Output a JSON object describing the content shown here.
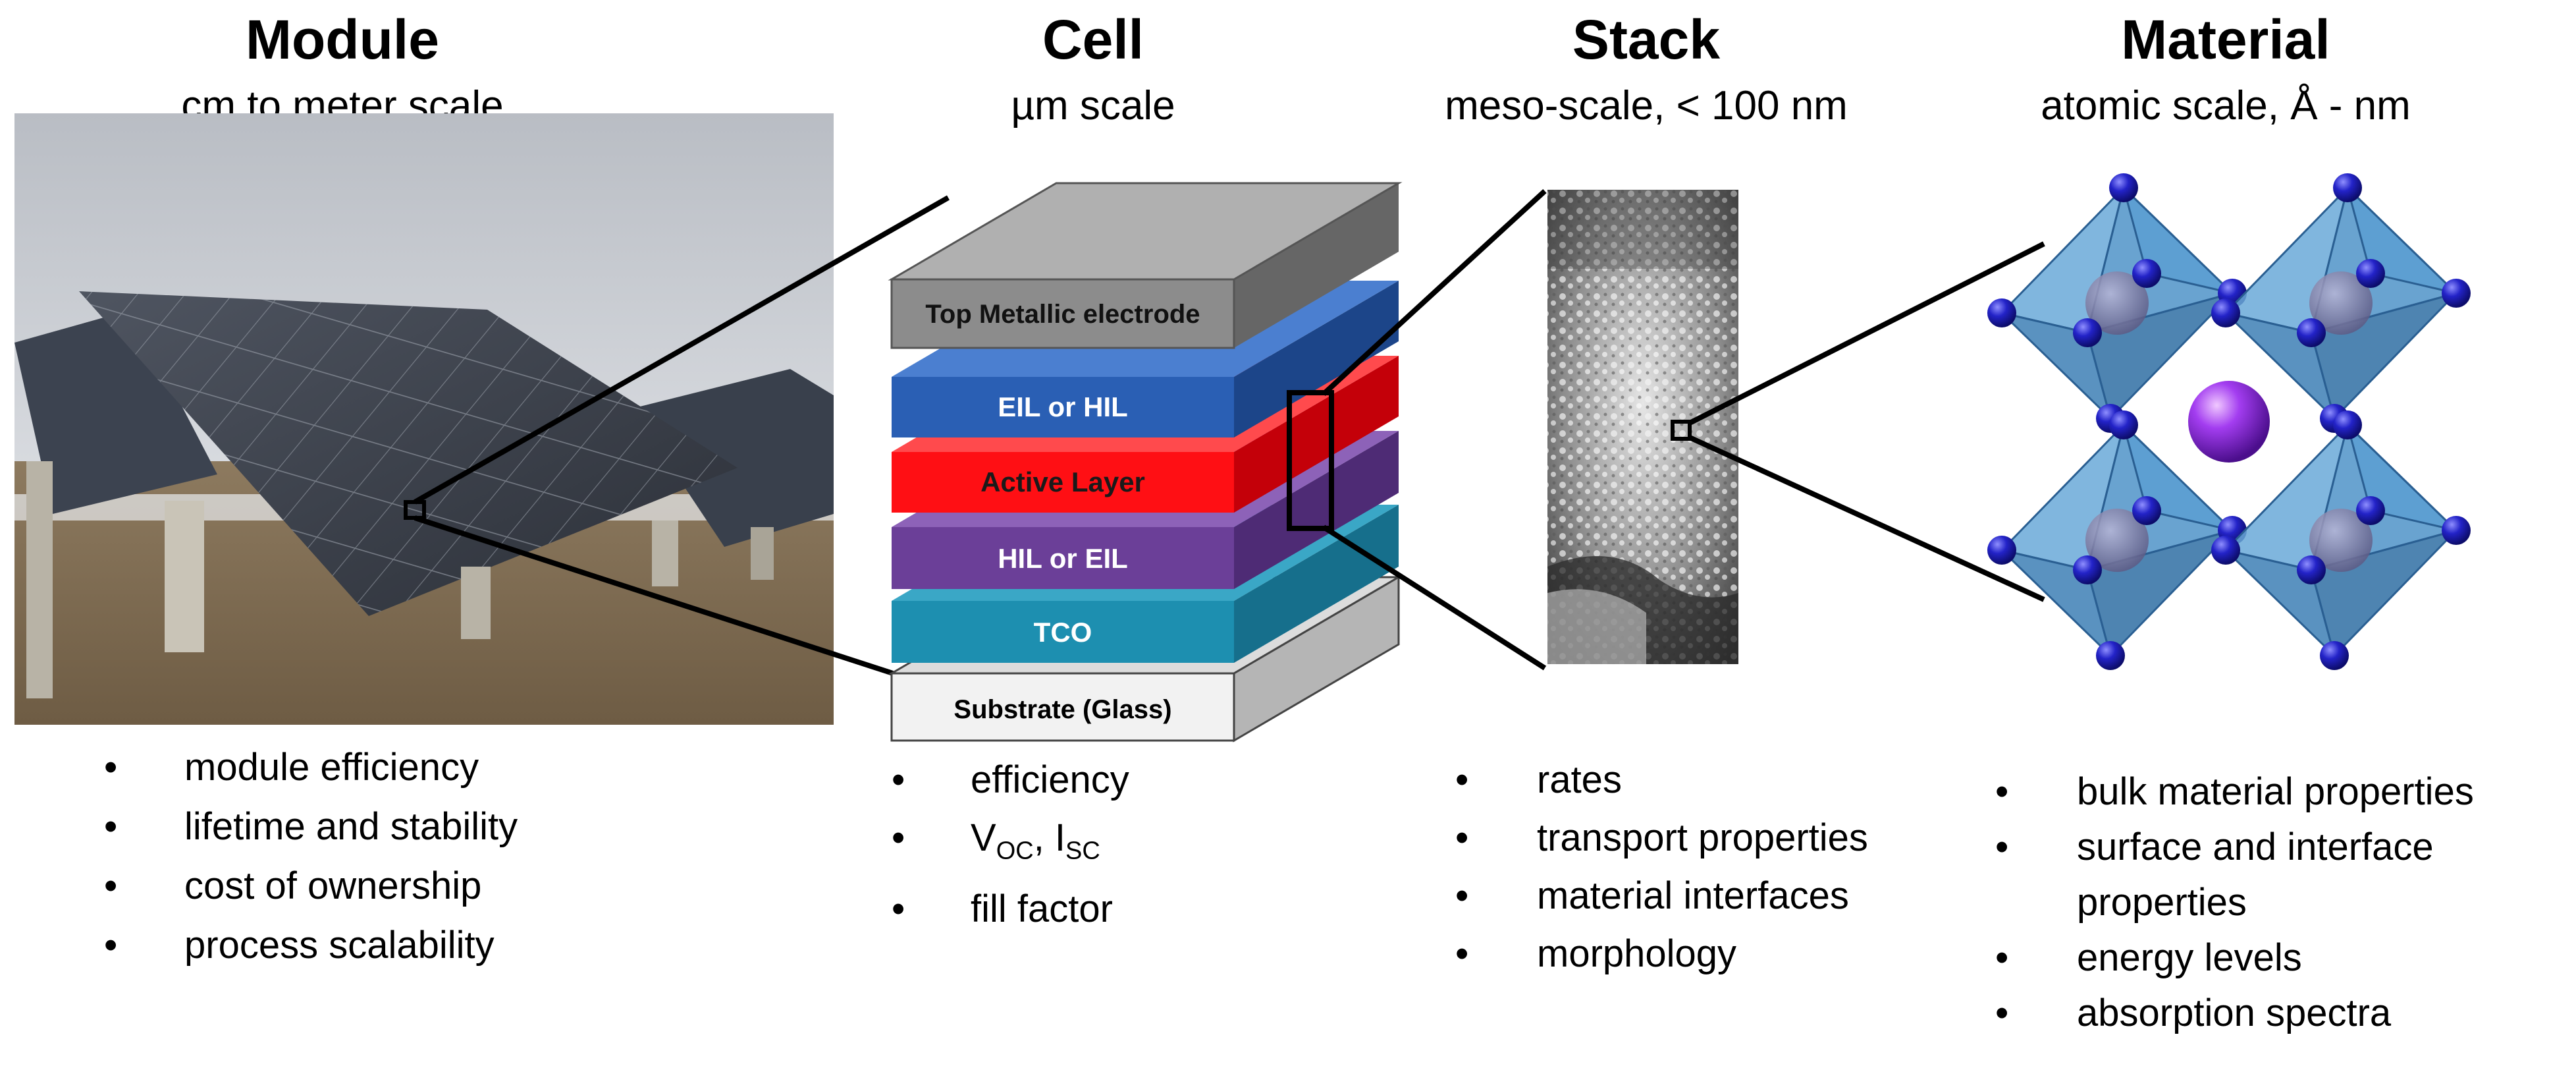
{
  "columns": {
    "module": {
      "title": "Module",
      "subtitle": "cm to meter scale",
      "bullets": [
        "module efficiency",
        "lifetime and stability",
        "cost of ownership",
        "process scalability"
      ]
    },
    "cell": {
      "title": "Cell",
      "subtitle": "µm scale",
      "bullets": [
        "efficiency",
        "fill factor"
      ],
      "voc_isc": {
        "v": "V",
        "v_sub": "OC",
        "sep": ", ",
        "i": "I",
        "i_sub": "SC"
      }
    },
    "stack": {
      "title": "Stack",
      "subtitle": "meso-scale, < 100 nm",
      "bullets": [
        "rates",
        "transport properties",
        "material interfaces",
        "morphology"
      ]
    },
    "material": {
      "title": "Material",
      "subtitle": "atomic scale, Å - nm",
      "bullets": [
        "bulk material properties",
        "surface and interface",
        "properties",
        "energy levels",
        "absorption spectra"
      ]
    }
  },
  "layers": {
    "top_electrode": "Top Metallic electrode",
    "eil_hil": "EIL or HIL",
    "active": "Active Layer",
    "hil_eil": "HIL or EIL",
    "tco": "TCO",
    "substrate": "Substrate (Glass)"
  },
  "colors": {
    "top_electrode": "#8c8c8c",
    "eil_hil": "#2a5fb4",
    "active": "#ff0f14",
    "hil_eil": "#6b3f98",
    "tco": "#1d8fb0",
    "substrate": "#f2f2f2",
    "octahedra": "#4f93c8",
    "atoms": "#1a1aa8",
    "center_atom": "#8a2be2"
  }
}
